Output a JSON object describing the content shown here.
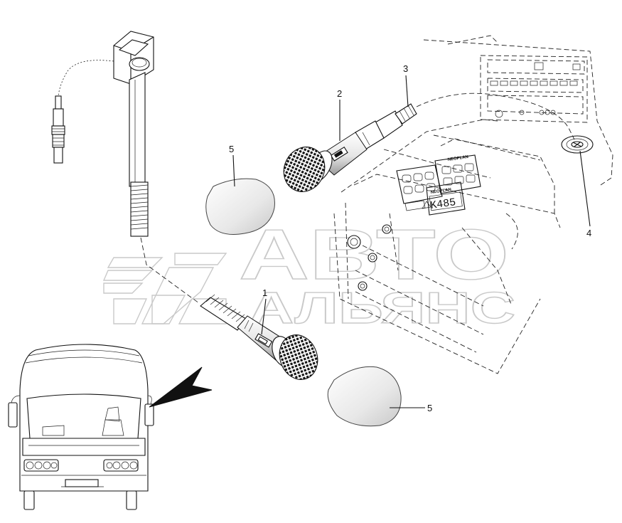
{
  "watermark": {
    "line1": "АВТО",
    "line2": "АЛЬЯНС",
    "color": "#c9c9c9"
  },
  "callouts": {
    "c1": "1",
    "c2": "2",
    "c3": "3",
    "c4": "4",
    "c5a": "5",
    "c5b": "5"
  },
  "panel": {
    "display_text": "K485",
    "brand_top": "NEOPLAN",
    "brand_bottom": "NEOPLAN"
  },
  "colors": {
    "line": "#111111",
    "background": "#ffffff",
    "cap_fill": "#dcdcdc"
  }
}
